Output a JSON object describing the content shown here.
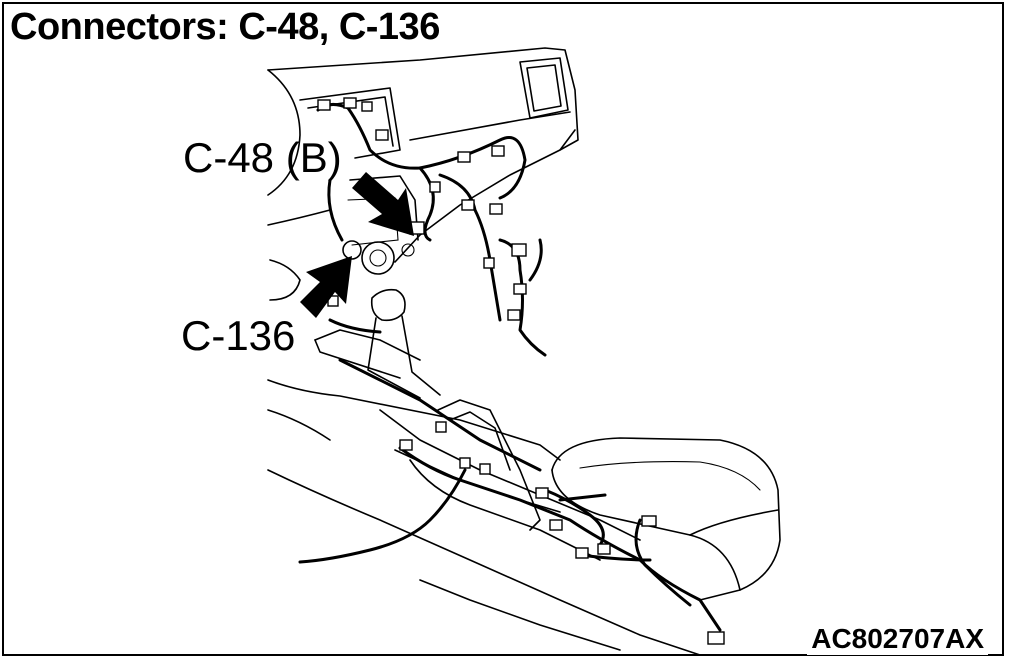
{
  "diagram": {
    "title": "Connectors: C-48, C-136",
    "callouts": {
      "c48": "C-48 (B)",
      "c136": "C-136"
    },
    "figure_id": "AC802707AX",
    "colors": {
      "line": "#000000",
      "background": "#ffffff"
    }
  }
}
